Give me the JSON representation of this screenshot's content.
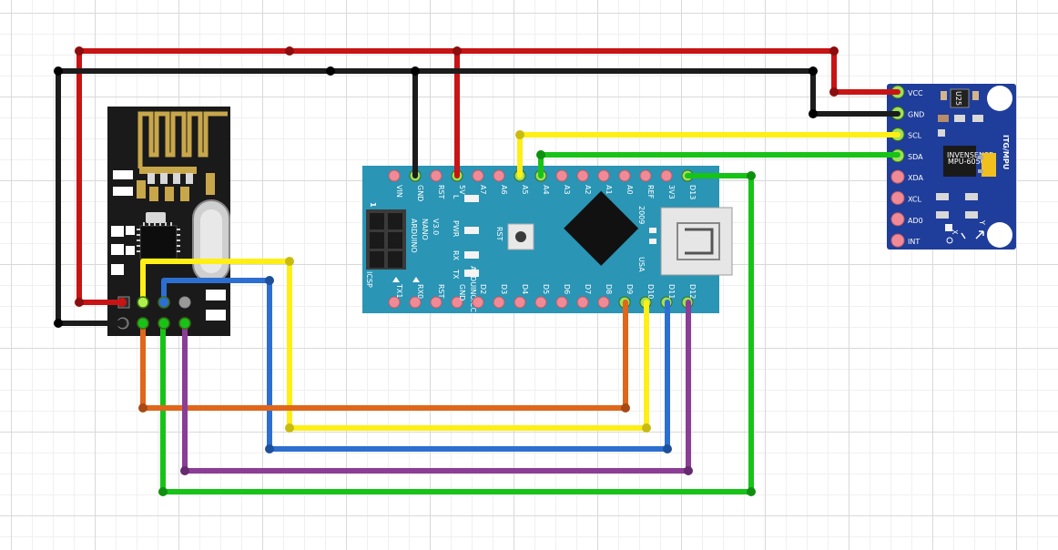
{
  "colors": {
    "vcc_wire": "#c81414",
    "gnd_wire": "#1c1c1c",
    "yellow_wire": "#ffef14",
    "green_wire": "#18c318",
    "blue_wire": "#2d6fd1",
    "orange_wire": "#e0661a",
    "purple_wire": "#8c3d96",
    "nano_board": "#2a95b5",
    "mpu_board": "#1f3d9a",
    "nrf_board": "#1a1a1a",
    "pin_pink": "#f08a96"
  },
  "nano": {
    "top_pins": [
      "VIN",
      "GND",
      "RST",
      "5V",
      "A7",
      "A6",
      "A5",
      "A4",
      "A3",
      "A2",
      "A1",
      "A0",
      "REF",
      "3V3",
      "D13"
    ],
    "bottom_pins": [
      "TX1",
      "RX0",
      "RST",
      "GND",
      "D2",
      "D3",
      "D4",
      "D5",
      "D6",
      "D7",
      "D8",
      "D9",
      "D10",
      "D11",
      "D12"
    ],
    "title_line1": "ARDUINO",
    "title_line2": "NANO",
    "title_line3": "V3.0",
    "website": "ARDUINO.CC",
    "year": "2009",
    "country": "USA",
    "rst_label": "RST",
    "pwr_label": "PWR",
    "l_label": "L",
    "rx_label": "RX",
    "tx_label": "TX",
    "icsp_label": "ICSP",
    "icsp_num": "1"
  },
  "mpu": {
    "pins": [
      "VCC",
      "GND",
      "SCL",
      "SDA",
      "XDA",
      "XCL",
      "AD0",
      "INT"
    ],
    "title": "ITG/MPU",
    "chip_text1": "INVENSENSE",
    "chip_text2": "MPU-6050",
    "chip2_text": "U25",
    "axis_x": "X",
    "axis_y": "Y"
  }
}
